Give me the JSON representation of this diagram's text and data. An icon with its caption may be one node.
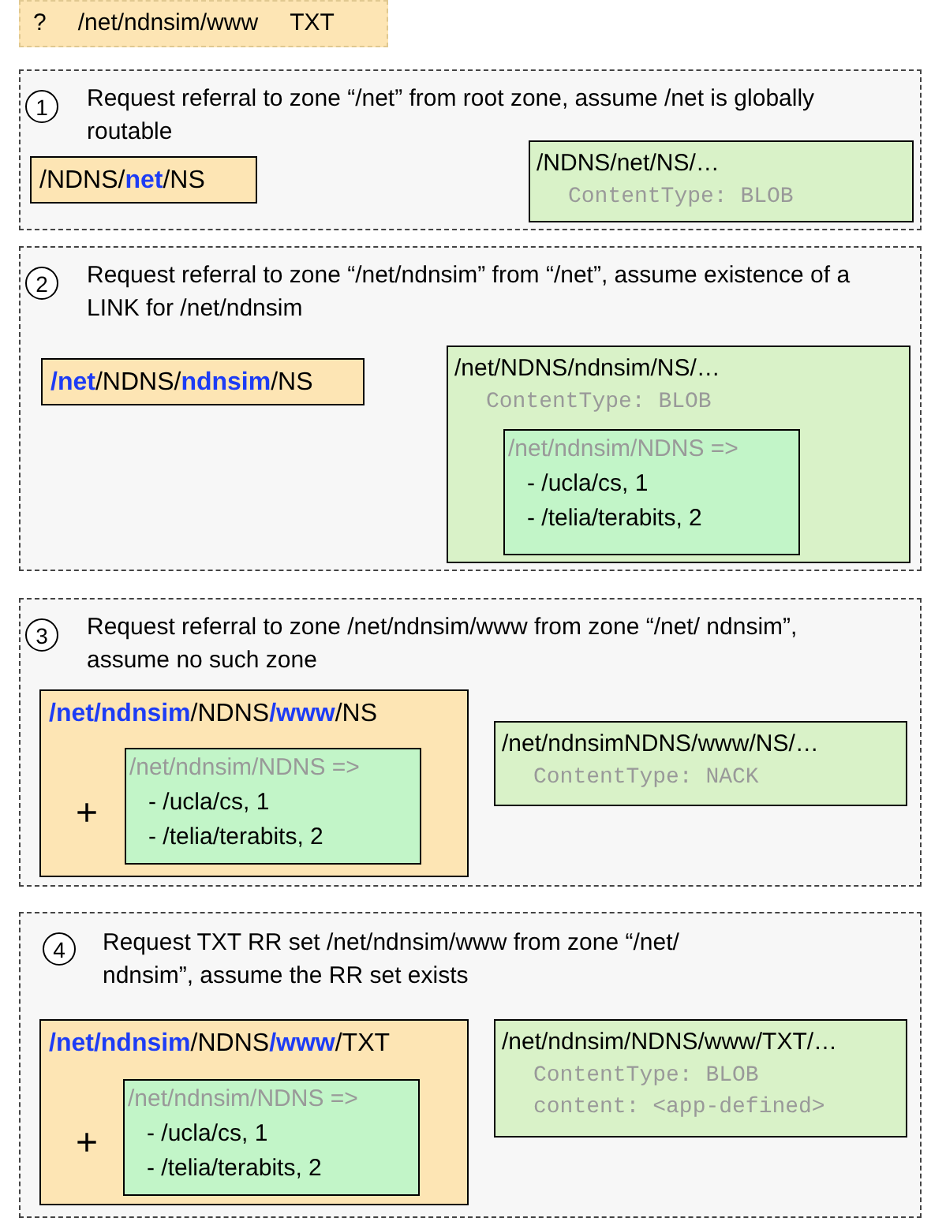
{
  "diagram": {
    "nodes": [
      {
        "text": [
          "?",
          "/net/ndnsim/www",
          "TXT"
        ]
      },
      {
        "text": [
          "Request referral to zone “/net” from root zone, assume /net is globally routable"
        ]
      },
      {
        "text": [
          "1"
        ],
        "in": 1
      },
      {
        "text": [
          "/NDNS/**net**/NS"
        ],
        "in": 1
      },
      {
        "text": [
          "/NDNS/net/NS/…",
          "ContentType: BLOB"
        ],
        "in": 1
      },
      {
        "text": [
          "Request referral to zone “/net/ndnsim”  from “/net”, assume existence of a LINK for /net/ndnsim"
        ]
      },
      {
        "text": [
          "2"
        ],
        "in": 5
      },
      {
        "text": [
          "**/net**/NDNS/**ndnsim**/NS"
        ],
        "in": 5
      },
      {
        "text": [
          "/net/NDNS/ndnsim/NS/…",
          "ContentType: BLOB"
        ],
        "in": 5
      },
      {
        "text": [
          "/net/ndnsim/NDNS =>",
          "- /ucla/cs, 1",
          "- /telia/terabits, 2"
        ],
        "in": 8
      },
      {
        "text": [
          "Request referral to zone /net/ndnsim/www from zone “/net/ ndnsim”, assume no such zone"
        ]
      },
      {
        "text": [
          "3"
        ],
        "in": 10
      },
      {
        "text": [
          "**/net/ndnsim**/NDNS**/www**/NS",
          "+"
        ],
        "in": 10
      },
      {
        "text": [
          "/net/ndnsim/NDNS =>",
          "- /ucla/cs, 1",
          "- /telia/terabits, 2"
        ],
        "in": 12
      },
      {
        "text": [
          "/net/ndnsimNDNS/www/NS/…",
          "ContentType: NACK"
        ],
        "in": 10
      },
      {
        "text": [
          "Request TXT RR set /net/ndnsim/www from zone “/net/ ndnsim”, assume the RR set exists"
        ]
      },
      {
        "text": [
          "4"
        ],
        "in": 15
      },
      {
        "text": [
          "**/net/ndnsim**/NDNS**/www**/TXT",
          "+"
        ],
        "in": 15
      },
      {
        "text": [
          "/net/ndnsim/NDNS =>",
          "- /ucla/cs, 1",
          "- /telia/terabits, 2"
        ],
        "in": 17
      },
      {
        "text": [
          "/net/ndnsim/NDNS/www/TXT/…",
          "ContentType: BLOB",
          "content: <app-defined>"
        ],
        "in": 15
      }
    ]
  }
}
